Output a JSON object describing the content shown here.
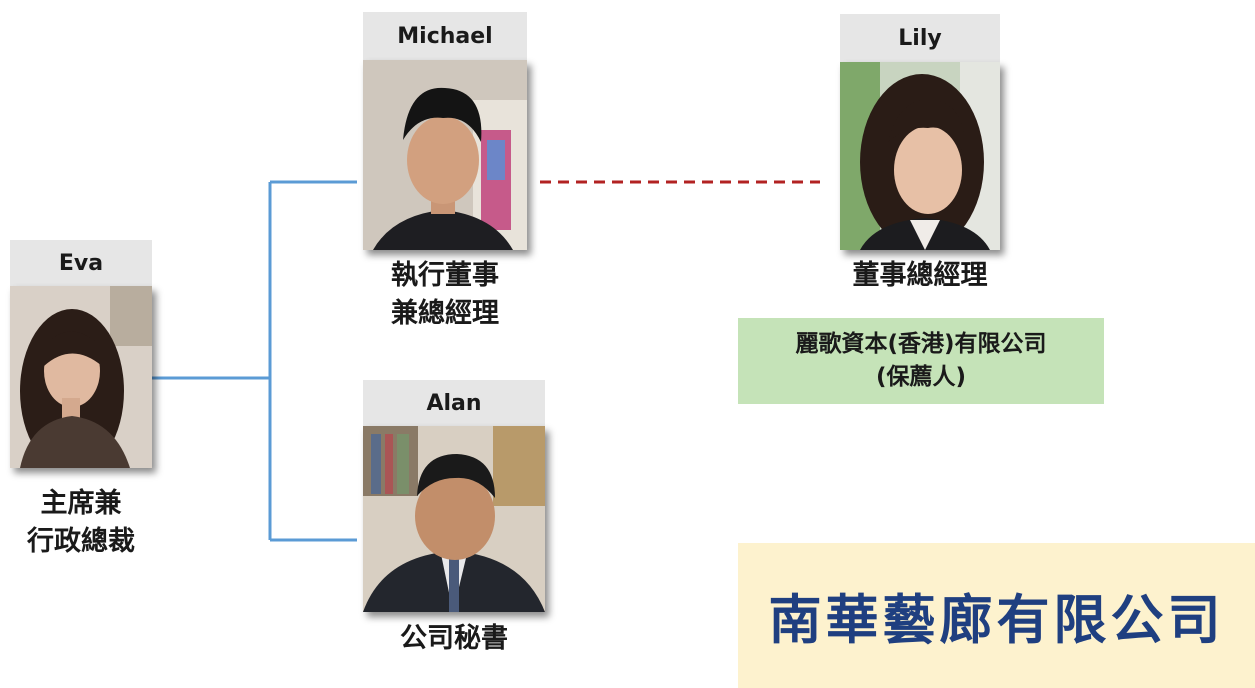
{
  "people": {
    "eva": {
      "name": "Eva",
      "title_line1": "主席兼",
      "title_line2": "行政總裁"
    },
    "michael": {
      "name": "Michael",
      "title_line1": "執行董事",
      "title_line2": "兼總經理"
    },
    "alan": {
      "name": "Alan",
      "title_line1": "公司秘書"
    },
    "lily": {
      "name": "Lily",
      "title_line1": "董事總經理"
    }
  },
  "sponsor": {
    "line1": "麗歌資本(香港)有限公司",
    "line2": "(保薦人)"
  },
  "company": {
    "name": "南華藝廊有限公司"
  },
  "colors": {
    "org_line": "#5b9bd5",
    "dashed_link": "#b22222",
    "sponsor_bg": "#c5e3b8",
    "company_bg": "#fdf2ce",
    "company_text": "#1f3f80"
  }
}
